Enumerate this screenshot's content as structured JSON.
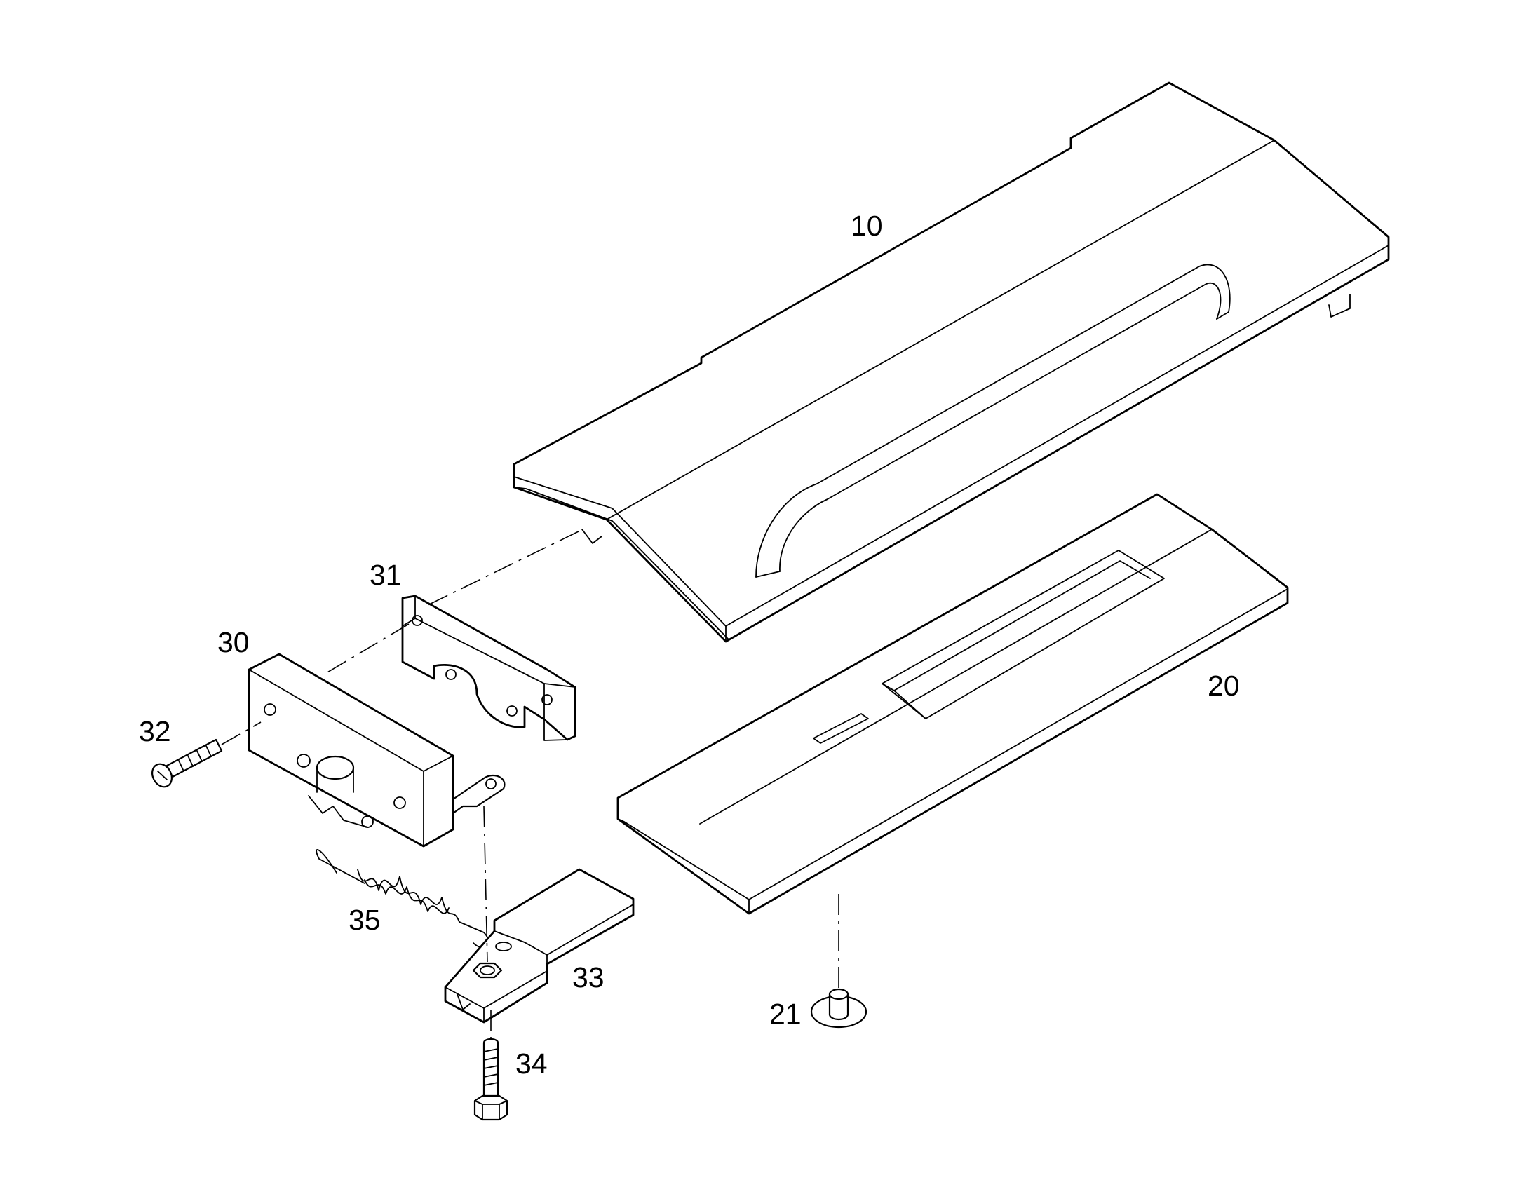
{
  "diagram": {
    "colors": {
      "line": "#000000",
      "background": "#ffffff"
    },
    "callouts": {
      "p10": "10",
      "p20": "20",
      "p21": "21",
      "p30": "30",
      "p31": "31",
      "p32": "32",
      "p33": "33",
      "p34": "34",
      "p35": "35"
    }
  }
}
